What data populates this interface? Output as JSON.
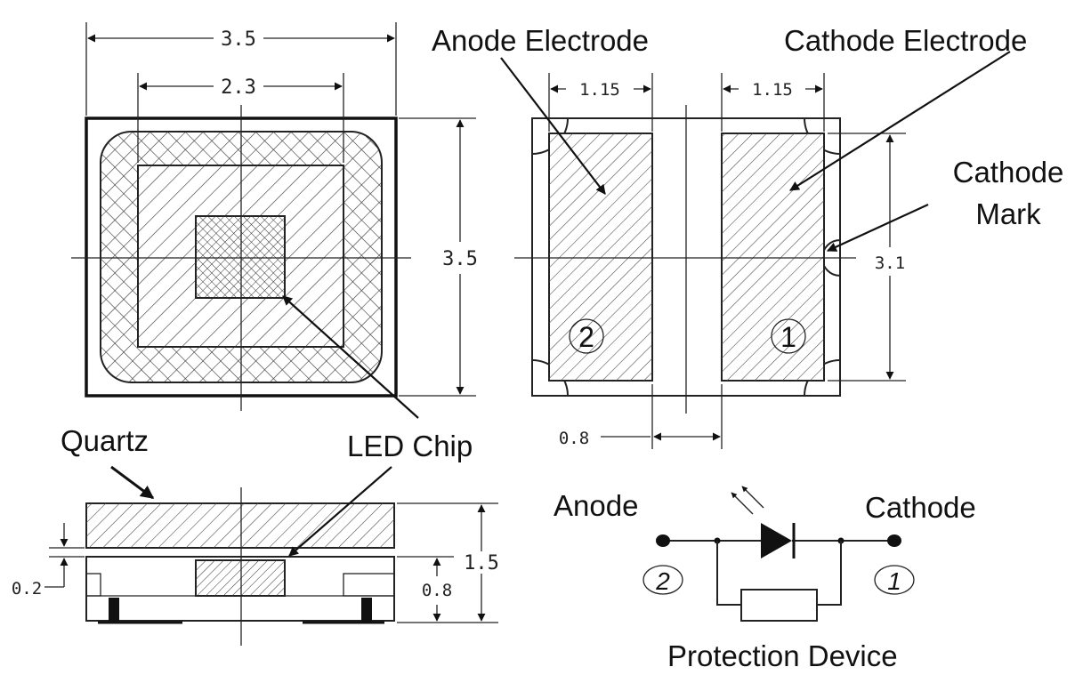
{
  "labels": {
    "anode_electrode": "Anode Electrode",
    "cathode_electrode": "Cathode Electrode",
    "cathode_mark_line1": "Cathode",
    "cathode_mark_line2": "Mark",
    "quartz": "Quartz",
    "led_chip": "LED Chip",
    "anode": "Anode",
    "cathode": "Cathode",
    "protection_device": "Protection Device"
  },
  "pins": {
    "anode_pin": "2",
    "cathode_pin": "1"
  },
  "dimensions": {
    "top_width": "3.5",
    "chip_window_width": "2.3",
    "top_height": "3.5",
    "anode_pad_width": "1.15",
    "cathode_pad_width": "1.15",
    "pad_height": "3.1",
    "pad_gap": "0.8",
    "total_height": "1.5",
    "substrate_height": "0.8",
    "base_height": "0.2"
  },
  "colors": {
    "line": "#222222",
    "background": "#ffffff"
  }
}
